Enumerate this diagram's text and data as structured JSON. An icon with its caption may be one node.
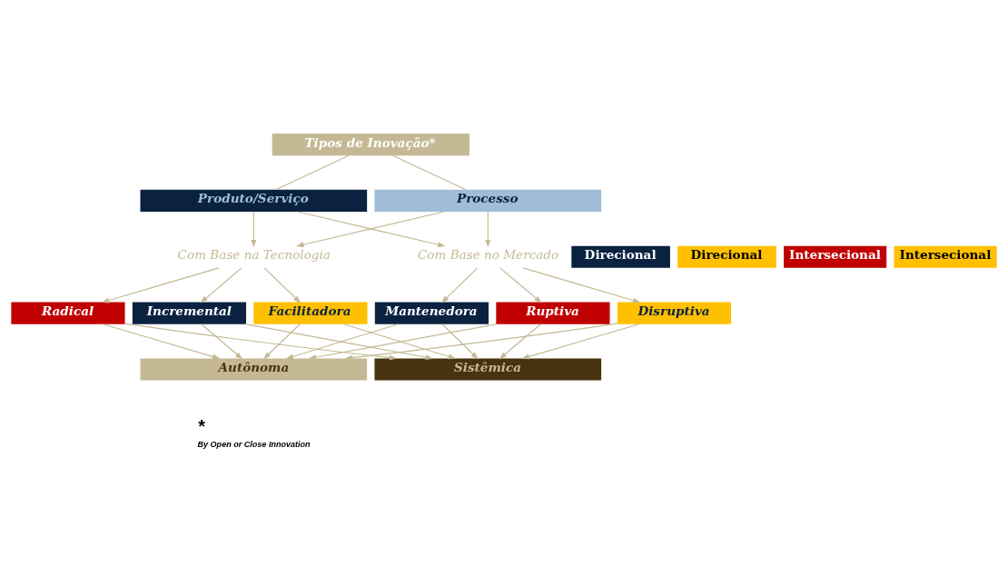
{
  "diagram": {
    "nodes": [
      {
        "text": [
          "Tipos de Inovação*"
        ]
      },
      {
        "text": [
          "Produto/Serviço"
        ]
      },
      {
        "text": [
          "Processo"
        ]
      },
      {
        "text": [
          "Direcional"
        ]
      },
      {
        "text": [
          "Direcional"
        ]
      },
      {
        "text": [
          "Com Base na Tecnologia"
        ]
      },
      {
        "text": [
          "Com Base no Mercado"
        ]
      },
      {
        "text": [
          "Intersecional"
        ]
      },
      {
        "text": [
          "Intersecional"
        ]
      },
      {
        "text": [
          "Radical"
        ]
      },
      {
        "text": [
          "Incremental"
        ]
      },
      {
        "text": [
          "Facilitadora"
        ]
      },
      {
        "text": [
          "Mantenedora"
        ]
      },
      {
        "text": [
          "Ruptiva"
        ]
      },
      {
        "text": [
          "Disruptiva"
        ]
      },
      {
        "text": [
          "Autônoma"
        ]
      },
      {
        "text": [
          "Sistêmica"
        ]
      }
    ],
    "edges": [
      {
        "from": 0,
        "to": 1,
        "arrow": "none"
      },
      {
        "from": 0,
        "to": 2,
        "arrow": "none"
      },
      {
        "from": 1,
        "to": 5,
        "arrow": "to"
      },
      {
        "from": 1,
        "to": 6,
        "arrow": "to"
      },
      {
        "from": 2,
        "to": 5,
        "arrow": "to"
      },
      {
        "from": 2,
        "to": 6,
        "arrow": "to"
      },
      {
        "from": 5,
        "to": 9,
        "arrow": "to"
      },
      {
        "from": 5,
        "to": 10,
        "arrow": "to"
      },
      {
        "from": 5,
        "to": 11,
        "arrow": "to"
      },
      {
        "from": 6,
        "to": 12,
        "arrow": "to"
      },
      {
        "from": 6,
        "to": 13,
        "arrow": "to"
      },
      {
        "from": 6,
        "to": 14,
        "arrow": "to"
      },
      {
        "from": 9,
        "to": 15,
        "arrow": "to"
      },
      {
        "from": 9,
        "to": 16,
        "arrow": "to"
      },
      {
        "from": 10,
        "to": 15,
        "arrow": "to"
      },
      {
        "from": 10,
        "to": 16,
        "arrow": "to"
      },
      {
        "from": 11,
        "to": 15,
        "arrow": "to"
      },
      {
        "from": 11,
        "to": 16,
        "arrow": "to"
      },
      {
        "from": 12,
        "to": 15,
        "arrow": "to"
      },
      {
        "from": 12,
        "to": 16,
        "arrow": "to"
      },
      {
        "from": 13,
        "to": 15,
        "arrow": "to"
      },
      {
        "from": 13,
        "to": 16,
        "arrow": "to"
      },
      {
        "from": 14,
        "to": 15,
        "arrow": "to"
      },
      {
        "from": 14,
        "to": 16,
        "arrow": "to"
      }
    ],
    "labels": [
      "*",
      "By Open or Close Innovation"
    ]
  }
}
